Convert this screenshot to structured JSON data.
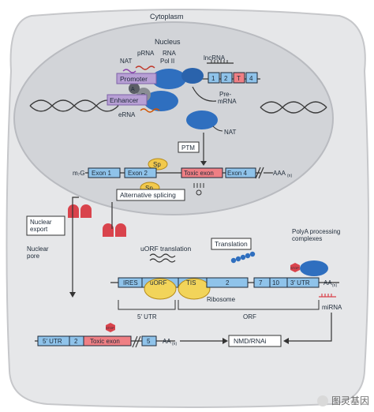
{
  "labels": {
    "cytoplasm": "Cytoplasm",
    "nucleus": "Nucleus",
    "prna": "pRNA",
    "rna": "RNA",
    "pol2": "Pol II",
    "nat_top": "NAT",
    "lncrna": "lncRNA",
    "promoter": "Promoter",
    "a": "A",
    "r": "R",
    "enhancer": "Enhancer",
    "erna": "eRNA",
    "pre": "Pre-",
    "mrna": "mRNA",
    "nat_bottom": "NAT",
    "ptm": "PTM",
    "sp_top": "Sp",
    "sp_bottom": "Sp",
    "m7g": "m₇G",
    "exon1": "Exon 1",
    "exon2": "Exon 2",
    "toxic_exon_nuc": "Toxic exon",
    "exon4": "Exon 4",
    "polya_nuc": "AAA",
    "polya_nuc_sub": "(n)",
    "alt_splicing": "Alternative splicing",
    "nuclear_export": "Nuclear\nexport",
    "nuclear_pore": "Nuclear\npore",
    "uorf_translation": "uORF translation",
    "translation": "Translation",
    "polya_proc": "PolyA processing\ncomplexes",
    "ires": "IRES",
    "uorf": "uORF",
    "tis": "TIS",
    "seg2": "2",
    "seg7": "7",
    "seg10": "10",
    "utr3": "3′ UTR",
    "polya_cyto": "AA",
    "polya_cyto_sub": "(n)",
    "stop1": "STOP",
    "ribosome": "Ribosome",
    "utr5": "5′ UTR",
    "orf": "ORF",
    "mirna": "miRNA",
    "b_utr5": "5′ UTR",
    "b_seg2": "2",
    "b_toxic": "Toxic exon",
    "b_seg5": "5",
    "b_polya": "AA",
    "b_polya_sub": "(n)",
    "stop2": "STOP",
    "nmd": "NMD/RNAi",
    "gene_1": "1",
    "gene_2": "2",
    "gene_T": "T",
    "gene_4": "4",
    "watermark": "图灵基因"
  },
  "colors": {
    "cell_fill": "#e6e7e9",
    "nucleus_fill": "#d2d4d8",
    "pol_blue": "#2f6fbf",
    "exon_blue": "#8fc3ea",
    "toxic": "#ef7f84",
    "purple": "#b79fd4",
    "pore_red": "#d9434c",
    "ribo_yellow": "#f2d45a",
    "line": "#1e2a38"
  }
}
